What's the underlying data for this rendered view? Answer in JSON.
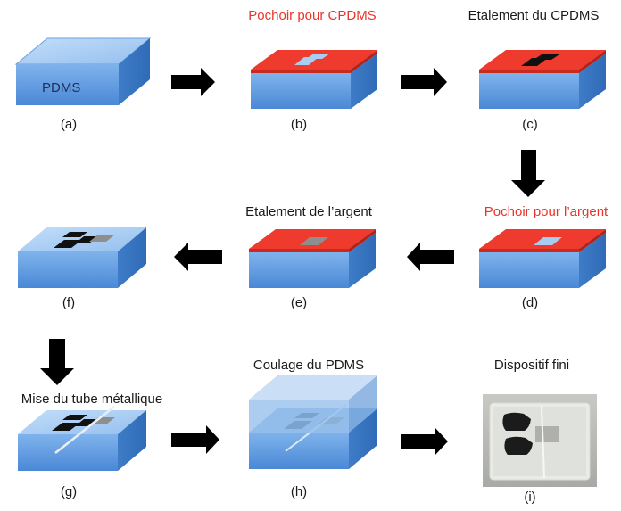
{
  "pdms_label": "PDMS",
  "steps": [
    {
      "id": "a",
      "letter": "(a)",
      "title": ""
    },
    {
      "id": "b",
      "letter": "(b)",
      "title": "Pochoir pour CPDMS"
    },
    {
      "id": "c",
      "letter": "(c)",
      "title": "Etalement du CPDMS"
    },
    {
      "id": "d",
      "letter": "(d)",
      "title": "Pochoir pour l’argent"
    },
    {
      "id": "e",
      "letter": "(e)",
      "title": "Etalement de l’argent"
    },
    {
      "id": "f",
      "letter": "(f)",
      "title": ""
    },
    {
      "id": "g",
      "letter": "(g)",
      "title": "Mise du tube métallique"
    },
    {
      "id": "h",
      "letter": "(h)",
      "title": "Coulage du PDMS"
    },
    {
      "id": "i",
      "letter": "(i)",
      "title": "Dispositif fini"
    }
  ],
  "colors": {
    "pdms_front": "#5b9be0",
    "pdms_top": "#a9cdf2",
    "stencil_red": "#ef3b2e",
    "cpdms": "#111111",
    "silver": "#8e8e8e",
    "arrow": "#000000",
    "title_red": "#e8342a"
  }
}
